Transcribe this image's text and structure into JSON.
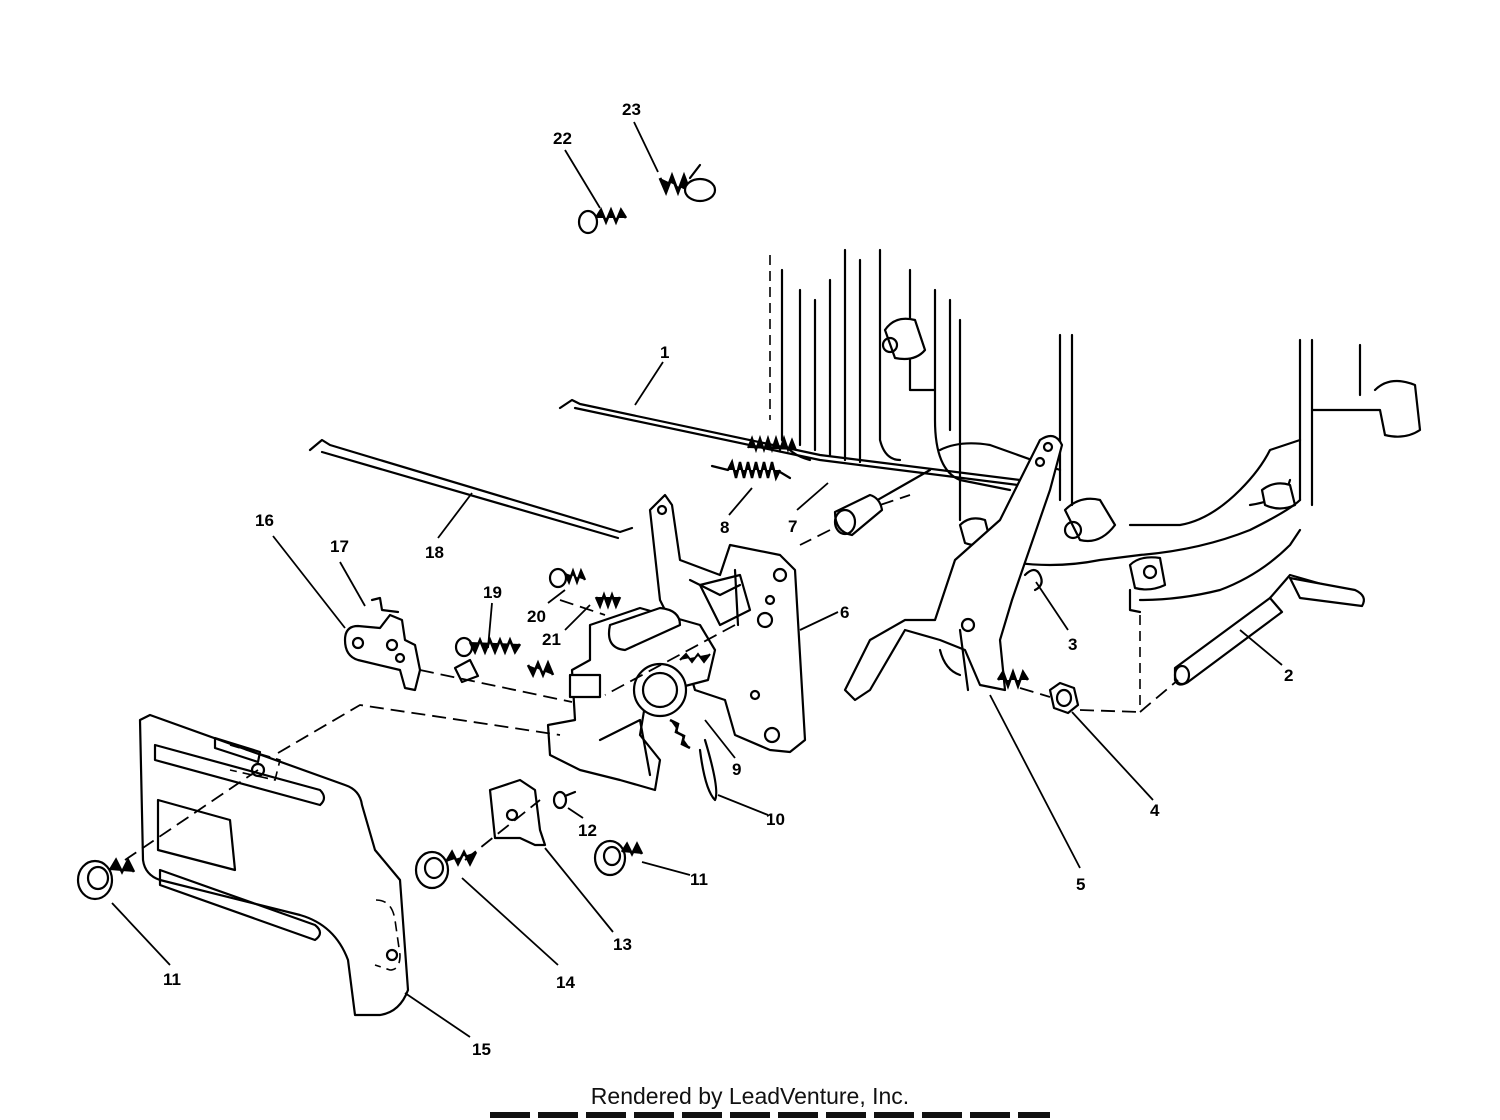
{
  "callouts": [
    {
      "id": "c1",
      "text": "1"
    },
    {
      "id": "c2",
      "text": "2"
    },
    {
      "id": "c3",
      "text": "3"
    },
    {
      "id": "c4",
      "text": "4"
    },
    {
      "id": "c5",
      "text": "5"
    },
    {
      "id": "c6",
      "text": "6"
    },
    {
      "id": "c7",
      "text": "7"
    },
    {
      "id": "c8",
      "text": "8"
    },
    {
      "id": "c9",
      "text": "9"
    },
    {
      "id": "c10",
      "text": "10"
    },
    {
      "id": "c11a",
      "text": "11"
    },
    {
      "id": "c11b",
      "text": "11"
    },
    {
      "id": "c12",
      "text": "12"
    },
    {
      "id": "c13",
      "text": "13"
    },
    {
      "id": "c14",
      "text": "14"
    },
    {
      "id": "c15",
      "text": "15"
    },
    {
      "id": "c16",
      "text": "16"
    },
    {
      "id": "c17",
      "text": "17"
    },
    {
      "id": "c18",
      "text": "18"
    },
    {
      "id": "c19",
      "text": "19"
    },
    {
      "id": "c20",
      "text": "20"
    },
    {
      "id": "c21",
      "text": "21"
    },
    {
      "id": "c22",
      "text": "22"
    },
    {
      "id": "c23",
      "text": "23"
    }
  ],
  "footer": {
    "text": "Rendered by LeadVenture, Inc."
  }
}
